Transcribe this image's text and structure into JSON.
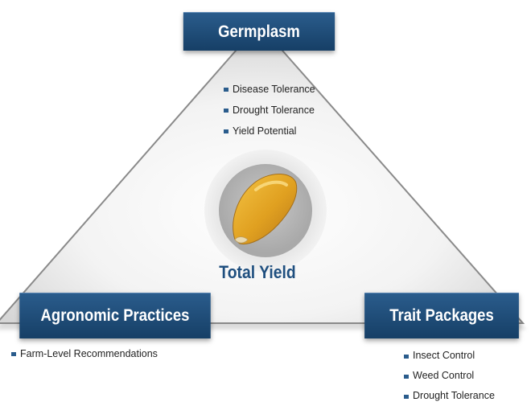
{
  "top": {
    "title": "Germplasm",
    "bullets": [
      "Disease Tolerance",
      "Drought Tolerance",
      "Yield Potential"
    ]
  },
  "left": {
    "title": "Agronomic Practices",
    "bullets": [
      "Farm-Level Recommendations"
    ]
  },
  "right": {
    "title": "Trait Packages",
    "bullets": [
      "Insect Control",
      "Weed Control",
      "Drought Tolerance"
    ]
  },
  "center": {
    "label": "Total Yield",
    "icon": "corn-kernel-icon"
  },
  "colors": {
    "banner": "#1f4f7f",
    "text_accent": "#1f4f7f",
    "triangle_edge": "#8a8a8a",
    "bullet": "#2a5c8c"
  }
}
